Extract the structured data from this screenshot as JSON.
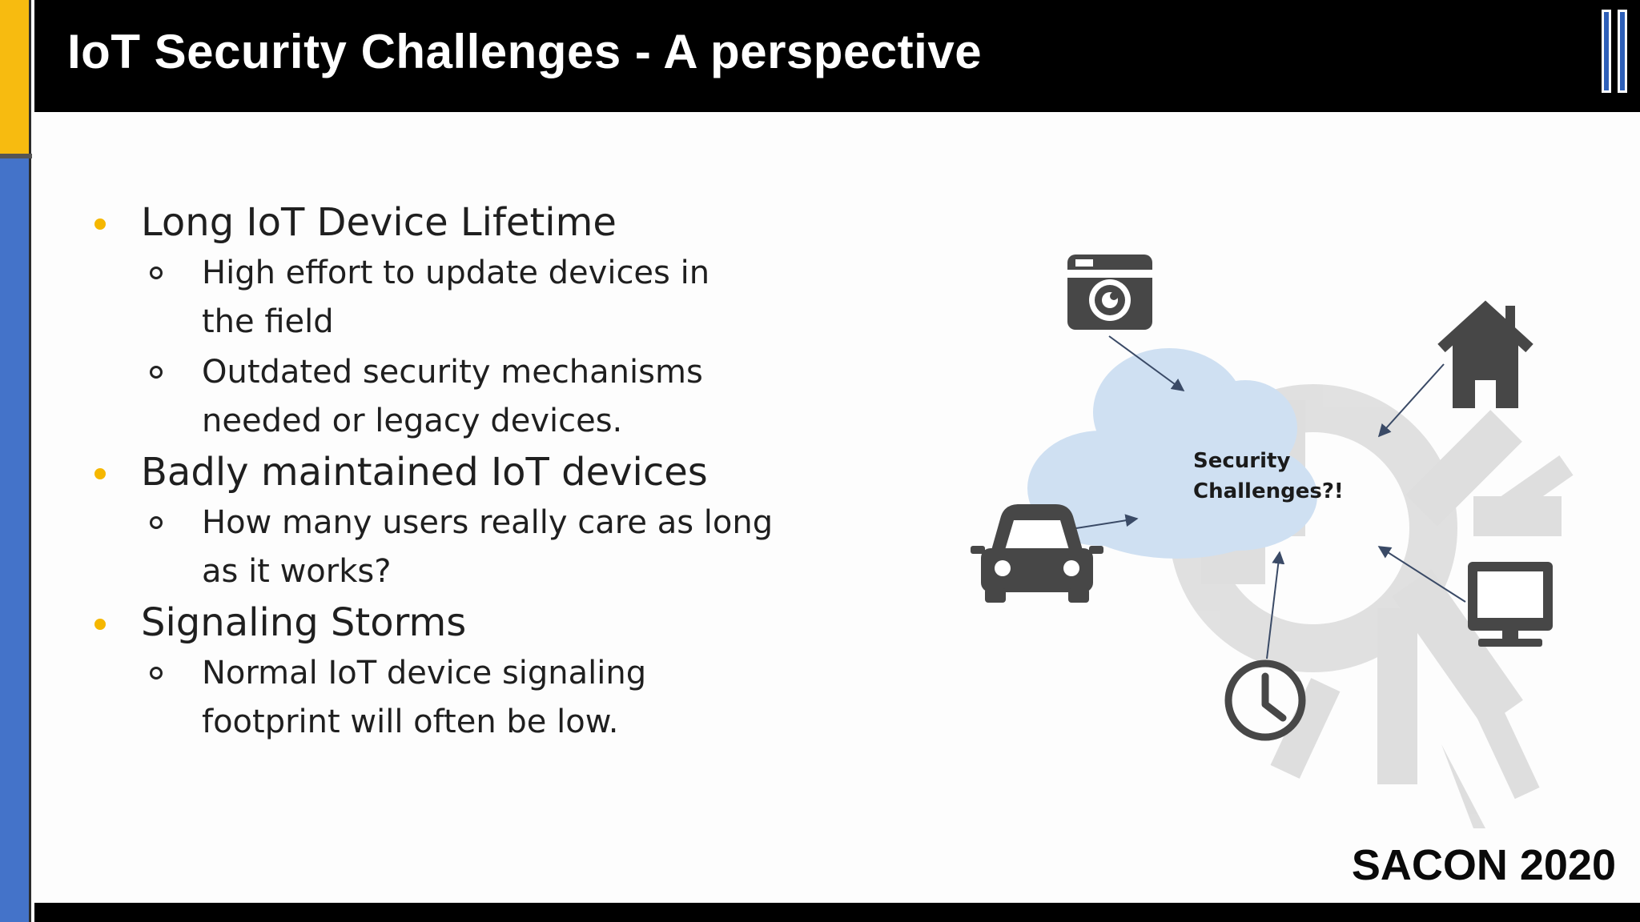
{
  "slide": {
    "title": "IoT Security Challenges - A perspective",
    "footer": "SACON 2020"
  },
  "bullets": [
    {
      "text": "Long IoT Device Lifetime",
      "sub": [
        {
          "lines": [
            "High effort to update devices in",
            "the field"
          ]
        },
        {
          "lines": [
            "Outdated security mechanisms",
            "needed or legacy devices."
          ]
        }
      ]
    },
    {
      "text": "Badly maintained IoT devices",
      "sub": [
        {
          "lines": [
            "How many users really care as long",
            "as it works?"
          ]
        }
      ]
    },
    {
      "text": "Signaling Storms",
      "sub": [
        {
          "lines": [
            "Normal IoT device signaling",
            "footprint will often be low."
          ]
        }
      ]
    }
  ],
  "diagram": {
    "cloud_lines": [
      "Security",
      "Challenges?!"
    ],
    "icons": [
      "camera-icon",
      "house-icon",
      "car-icon",
      "clock-icon",
      "monitor-icon"
    ],
    "colors": {
      "accent_yellow": "#f7bb10",
      "accent_blue": "#4473c9",
      "cloud": "#cfe0f2",
      "icon": "#474747"
    }
  }
}
